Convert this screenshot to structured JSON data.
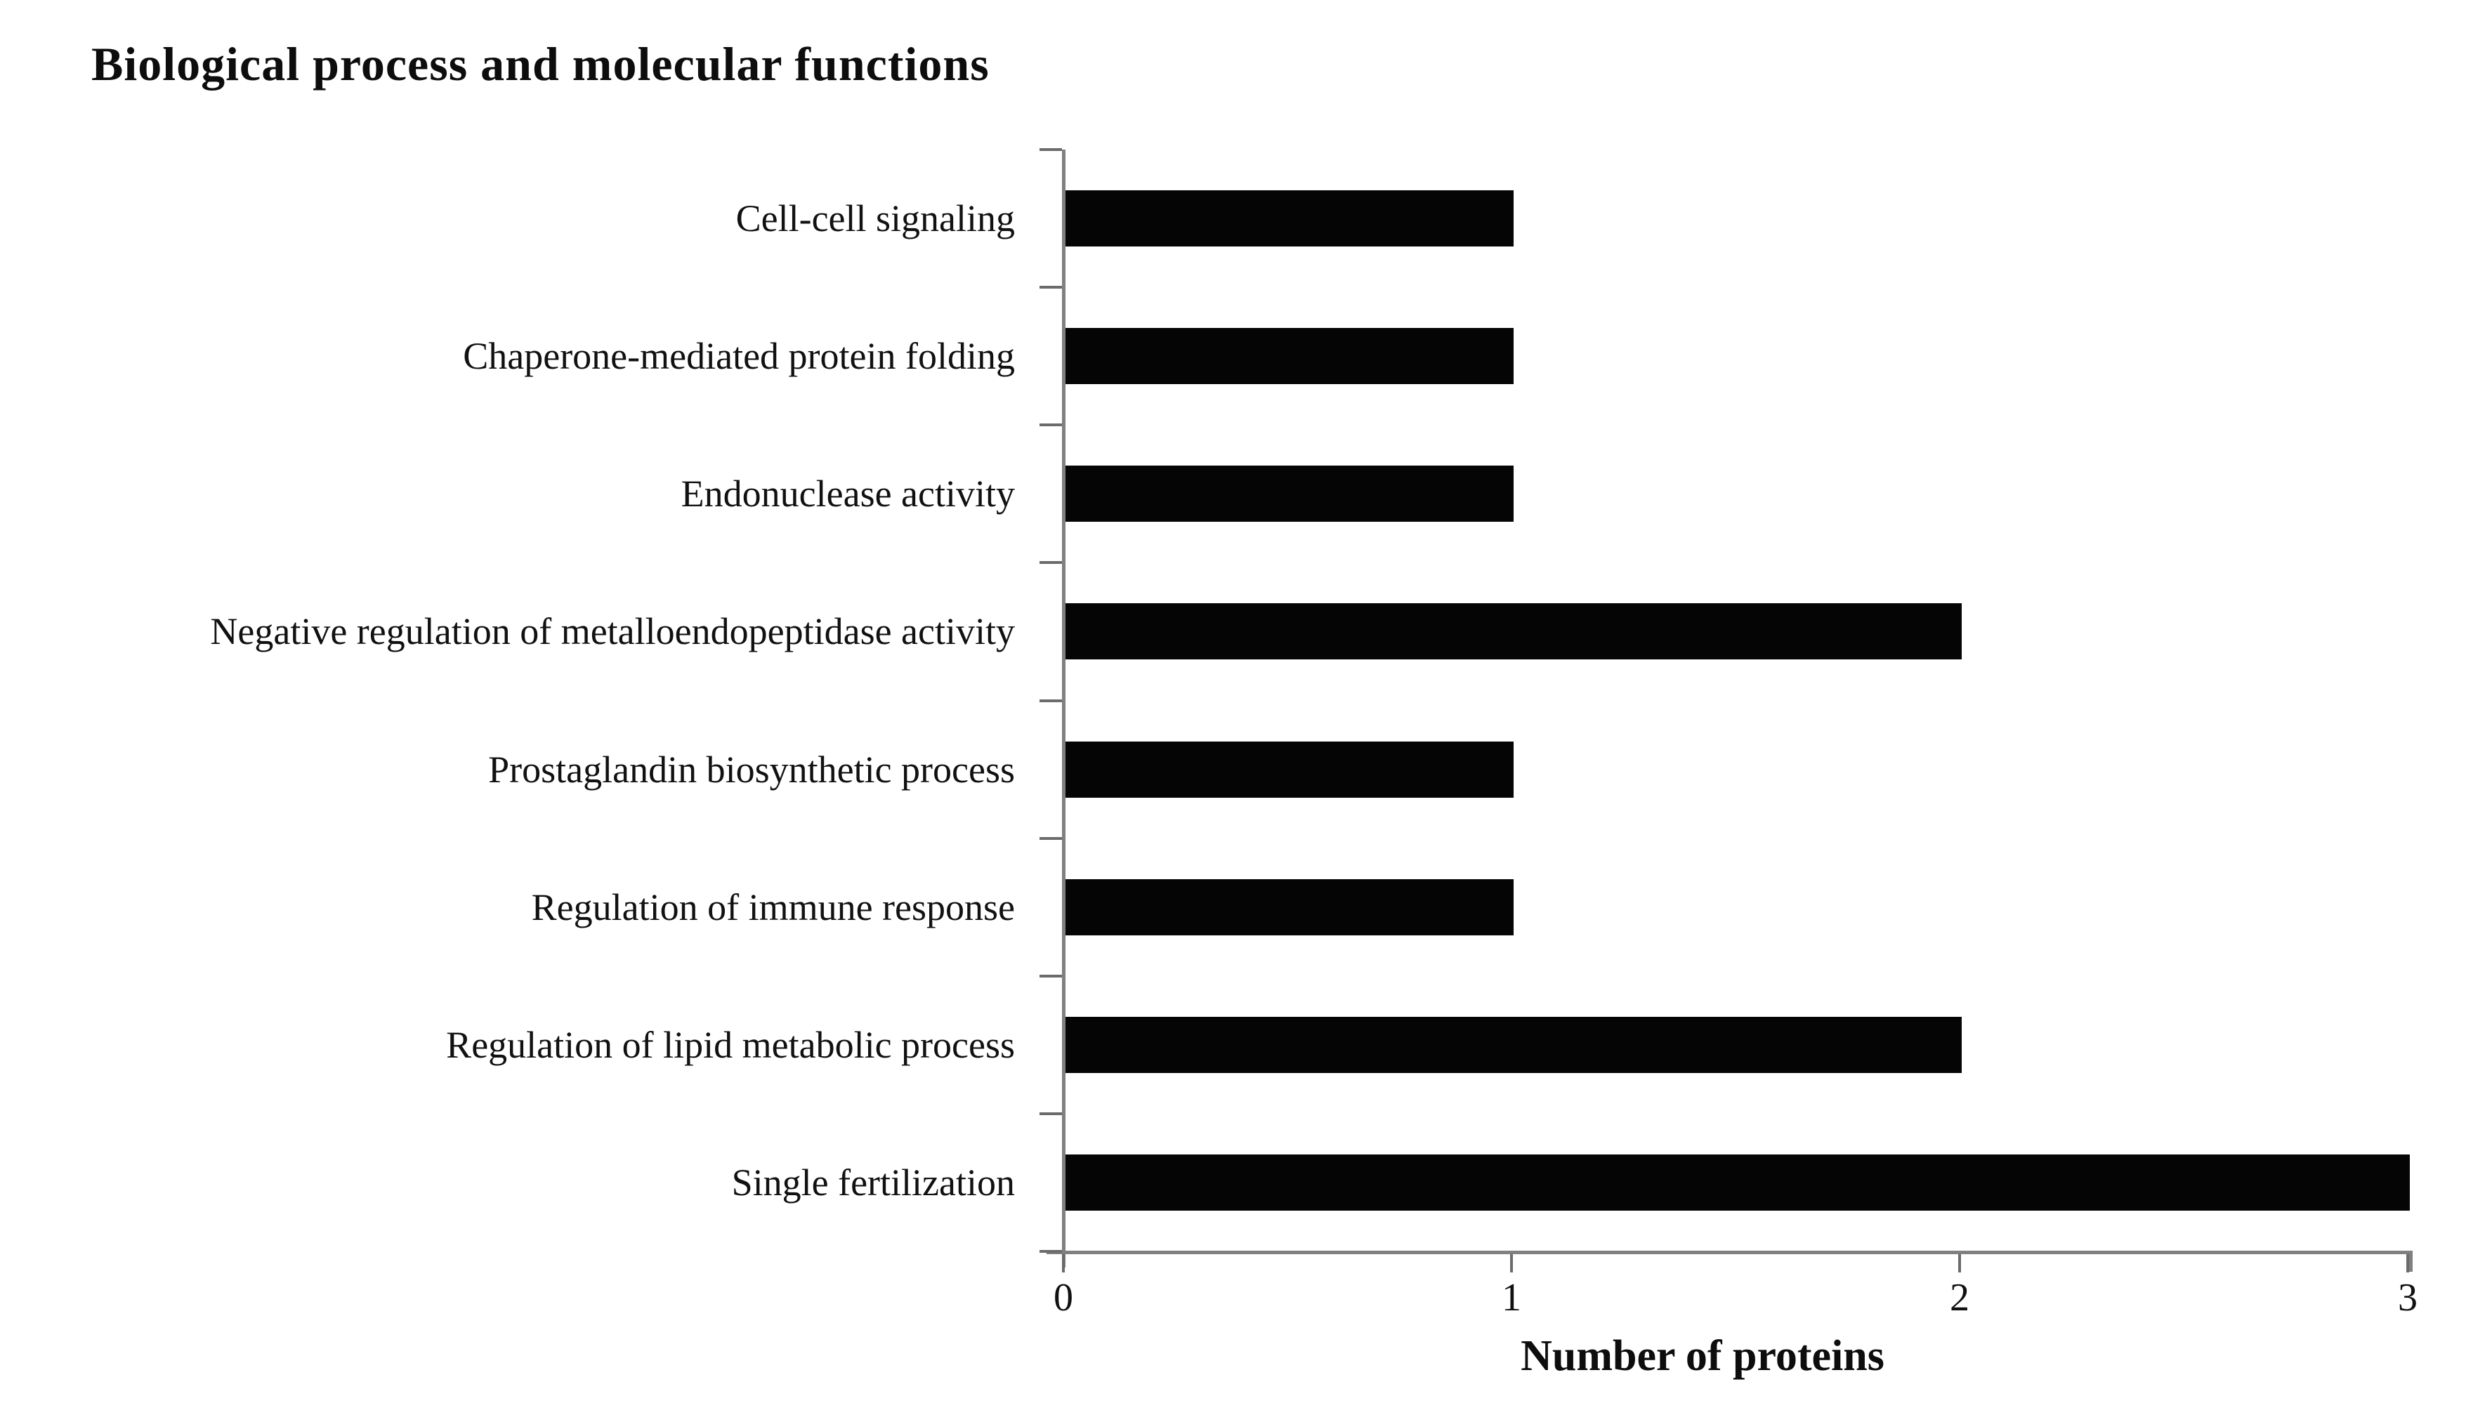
{
  "title": "Biological process and molecular functions",
  "chart_data": {
    "type": "bar",
    "orientation": "horizontal",
    "title": "Biological process and molecular functions",
    "categories": [
      "Cell-cell signaling",
      "Chaperone-mediated protein folding",
      "Endonuclease activity",
      "Negative regulation of metalloendopeptidase activity",
      "Prostaglandin biosynthetic process",
      "Regulation of immune response",
      "Regulation of lipid metabolic process",
      "Single fertilization"
    ],
    "values": [
      1,
      1,
      1,
      2,
      1,
      1,
      2,
      3
    ],
    "xlabel": "Number of proteins",
    "ylabel": "",
    "xlim": [
      0,
      3
    ],
    "xticks": [
      0,
      1,
      2,
      3
    ],
    "grid": false,
    "legend": null,
    "bar_color": "#050505",
    "axis_color": "#808080",
    "tick_color": "#6b6b6b",
    "text_color": "#111111",
    "background": "#ffffff"
  }
}
